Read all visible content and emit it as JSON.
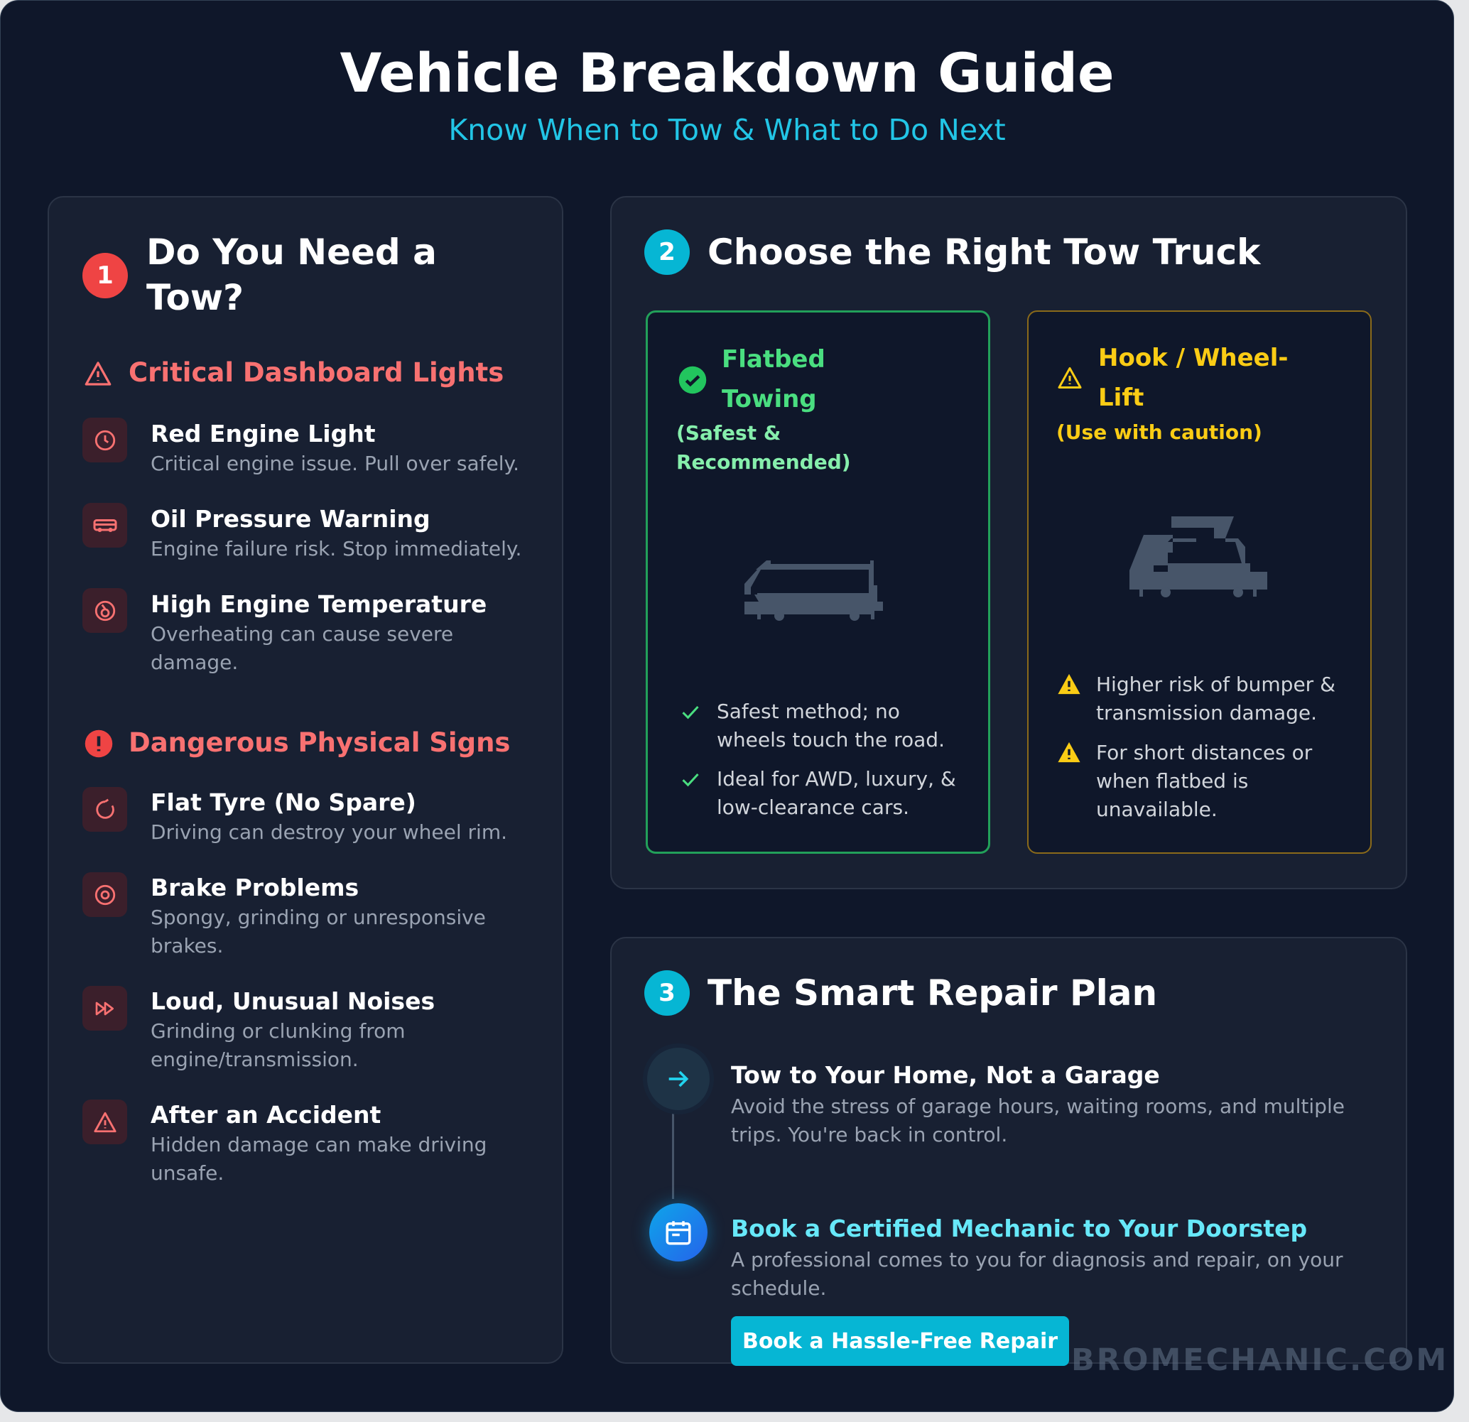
{
  "header": {
    "title": "Vehicle Breakdown Guide",
    "subtitle": "Know When to Tow & What to Do Next"
  },
  "section1": {
    "number": "1",
    "title_line1": "Do You Need a",
    "title_line2": "Tow?",
    "critical": {
      "icon": "warning-triangle-icon",
      "title": "Critical Dashboard Lights",
      "items": [
        {
          "icon": "engine-light-icon",
          "title": "Red Engine Light",
          "desc": [
            "Critical engine issue. Pull over safely."
          ]
        },
        {
          "icon": "oil-can-icon",
          "title": "Oil Pressure Warning",
          "desc": [
            "Engine failure risk. Stop immediately."
          ]
        },
        {
          "icon": "temperature-icon",
          "title": "High Engine Temperature",
          "desc": [
            "Overheating can cause severe",
            "damage."
          ]
        }
      ]
    },
    "physical": {
      "icon": "exclamation-circle-icon",
      "title": "Dangerous Physical Signs",
      "items": [
        {
          "icon": "flat-tyre-icon",
          "title": "Flat Tyre (No Spare)",
          "desc": [
            "Driving can destroy your wheel rim."
          ]
        },
        {
          "icon": "brake-disc-icon",
          "title": "Brake Problems",
          "desc": [
            "Spongy, grinding or unresponsive",
            "brakes."
          ]
        },
        {
          "icon": "noise-icon",
          "title": "Loud, Unusual Noises",
          "desc": [
            "Grinding or clunking from",
            "engine/transmission."
          ]
        },
        {
          "icon": "accident-warning-icon",
          "title": "After an Accident",
          "desc": [
            "Hidden damage can make driving",
            "unsafe."
          ]
        }
      ]
    }
  },
  "section2": {
    "number": "2",
    "title": "Choose the Right Tow Truck",
    "flatbed": {
      "title_line1": "Flatbed",
      "title_line2": "Towing",
      "sub_line1": "(Safest &",
      "sub_line2": "Recommended)",
      "color": "#4ade80",
      "bullets": [
        [
          "Safest method; no",
          "wheels touch the road."
        ],
        [
          "Ideal for AWD, luxury, &",
          "low-clearance cars."
        ]
      ]
    },
    "hook": {
      "title_line1": "Hook / Wheel-",
      "title_line2": "Lift",
      "sub": "(Use with caution)",
      "color": "#facc15",
      "bullets": [
        [
          "Higher risk of bumper &",
          "transmission damage."
        ],
        [
          "For short distances or",
          "when flatbed is",
          "unavailable."
        ]
      ]
    }
  },
  "section3": {
    "number": "3",
    "title": "The Smart Repair Plan",
    "steps": [
      {
        "icon": "arrow-right-icon",
        "title": "Tow to Your Home, Not a Garage",
        "desc": [
          "Avoid the stress of garage hours, waiting rooms, and multiple",
          "trips. You're back in control."
        ]
      },
      {
        "icon": "calendar-icon",
        "title": "Book a Certified Mechanic to Your Doorstep",
        "desc": [
          "A professional comes to you for diagnosis and repair, on your",
          "schedule."
        ]
      }
    ],
    "button": "Book a Hassle-Free Repair"
  },
  "watermark": "BROMECHANIC.COM",
  "colors": {
    "accent": "#06b6d4",
    "red": "#ef4444",
    "green": "#4ade80",
    "yellow": "#facc15"
  }
}
